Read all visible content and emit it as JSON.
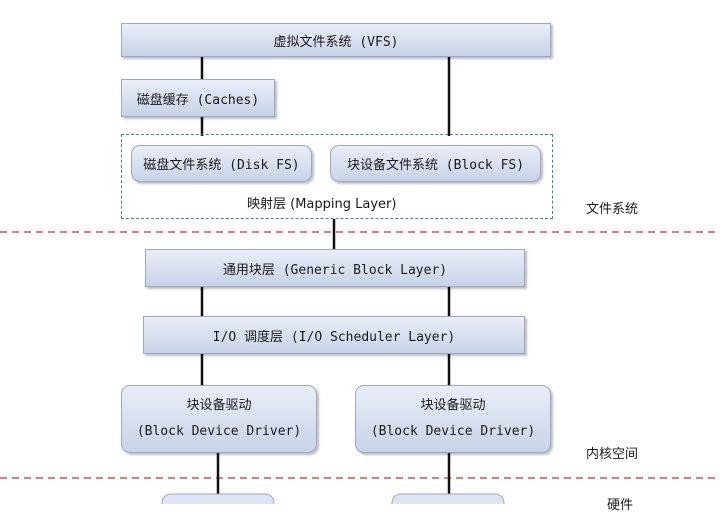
{
  "vfs": "虚拟文件系统 (VFS)",
  "caches": "磁盘缓存 (Caches)",
  "disk_fs": "磁盘文件系统 (Disk FS)",
  "block_fs": "块设备文件系统 (Block FS)",
  "mapping_layer": "映射层 (Mapping Layer)",
  "generic_block_layer": "通用块层 (Generic Block Layer)",
  "io_scheduler": "I/O 调度层 (I/O Scheduler Layer)",
  "driver_left": {
    "line1": "块设备驱动",
    "line2": "(Block Device Driver)"
  },
  "driver_right": {
    "line1": "块设备驱动",
    "line2": "(Block Device Driver)"
  },
  "zone_labels": {
    "filesystem": "文件系统",
    "kernel_space": "内核空间",
    "hardware": "硬件"
  },
  "colors": {
    "dashed_separator": "#d9534f",
    "mapping_frame": "#3a82c4",
    "box_border": "#9aa8c4"
  }
}
